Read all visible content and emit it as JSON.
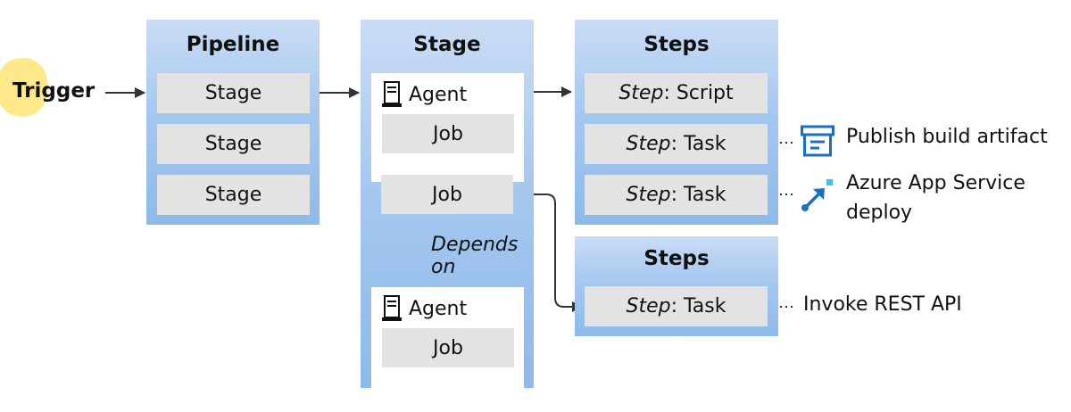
{
  "trigger": {
    "label": "Trigger"
  },
  "pipeline": {
    "title": "Pipeline",
    "stages": [
      "Stage",
      "Stage",
      "Stage"
    ]
  },
  "stage": {
    "title": "Stage",
    "agent_label": "Agent",
    "job_label": "Job",
    "depends_on": "Depends on",
    "depends_line1": "Depends",
    "depends_line2": "on"
  },
  "steps_top": {
    "title": "Steps",
    "items": [
      {
        "prefix": "Step",
        "suffix": ": Script"
      },
      {
        "prefix": "Step",
        "suffix": ": Task"
      },
      {
        "prefix": "Step",
        "suffix": ": Task"
      }
    ]
  },
  "steps_bottom": {
    "title": "Steps",
    "items": [
      {
        "prefix": "Step",
        "suffix": ": Task"
      }
    ]
  },
  "annotations": {
    "publish": "Publish build artifact",
    "azure_line1": "Azure App Service",
    "azure_line2": "deploy",
    "invoke": "Invoke REST API"
  },
  "icons": {
    "agent": "build-agent-icon",
    "publish": "artifact-box-icon",
    "azure": "deploy-arrow-icon"
  },
  "colors": {
    "panel_top": "#c9dcf5",
    "panel_bottom": "#8dbaea",
    "item_grey": "#e3e3e3",
    "trigger_blob": "#fde98a",
    "icon_blue": "#1a6fc2",
    "icon_cyan": "#32c6e8",
    "arrow": "#333333"
  }
}
